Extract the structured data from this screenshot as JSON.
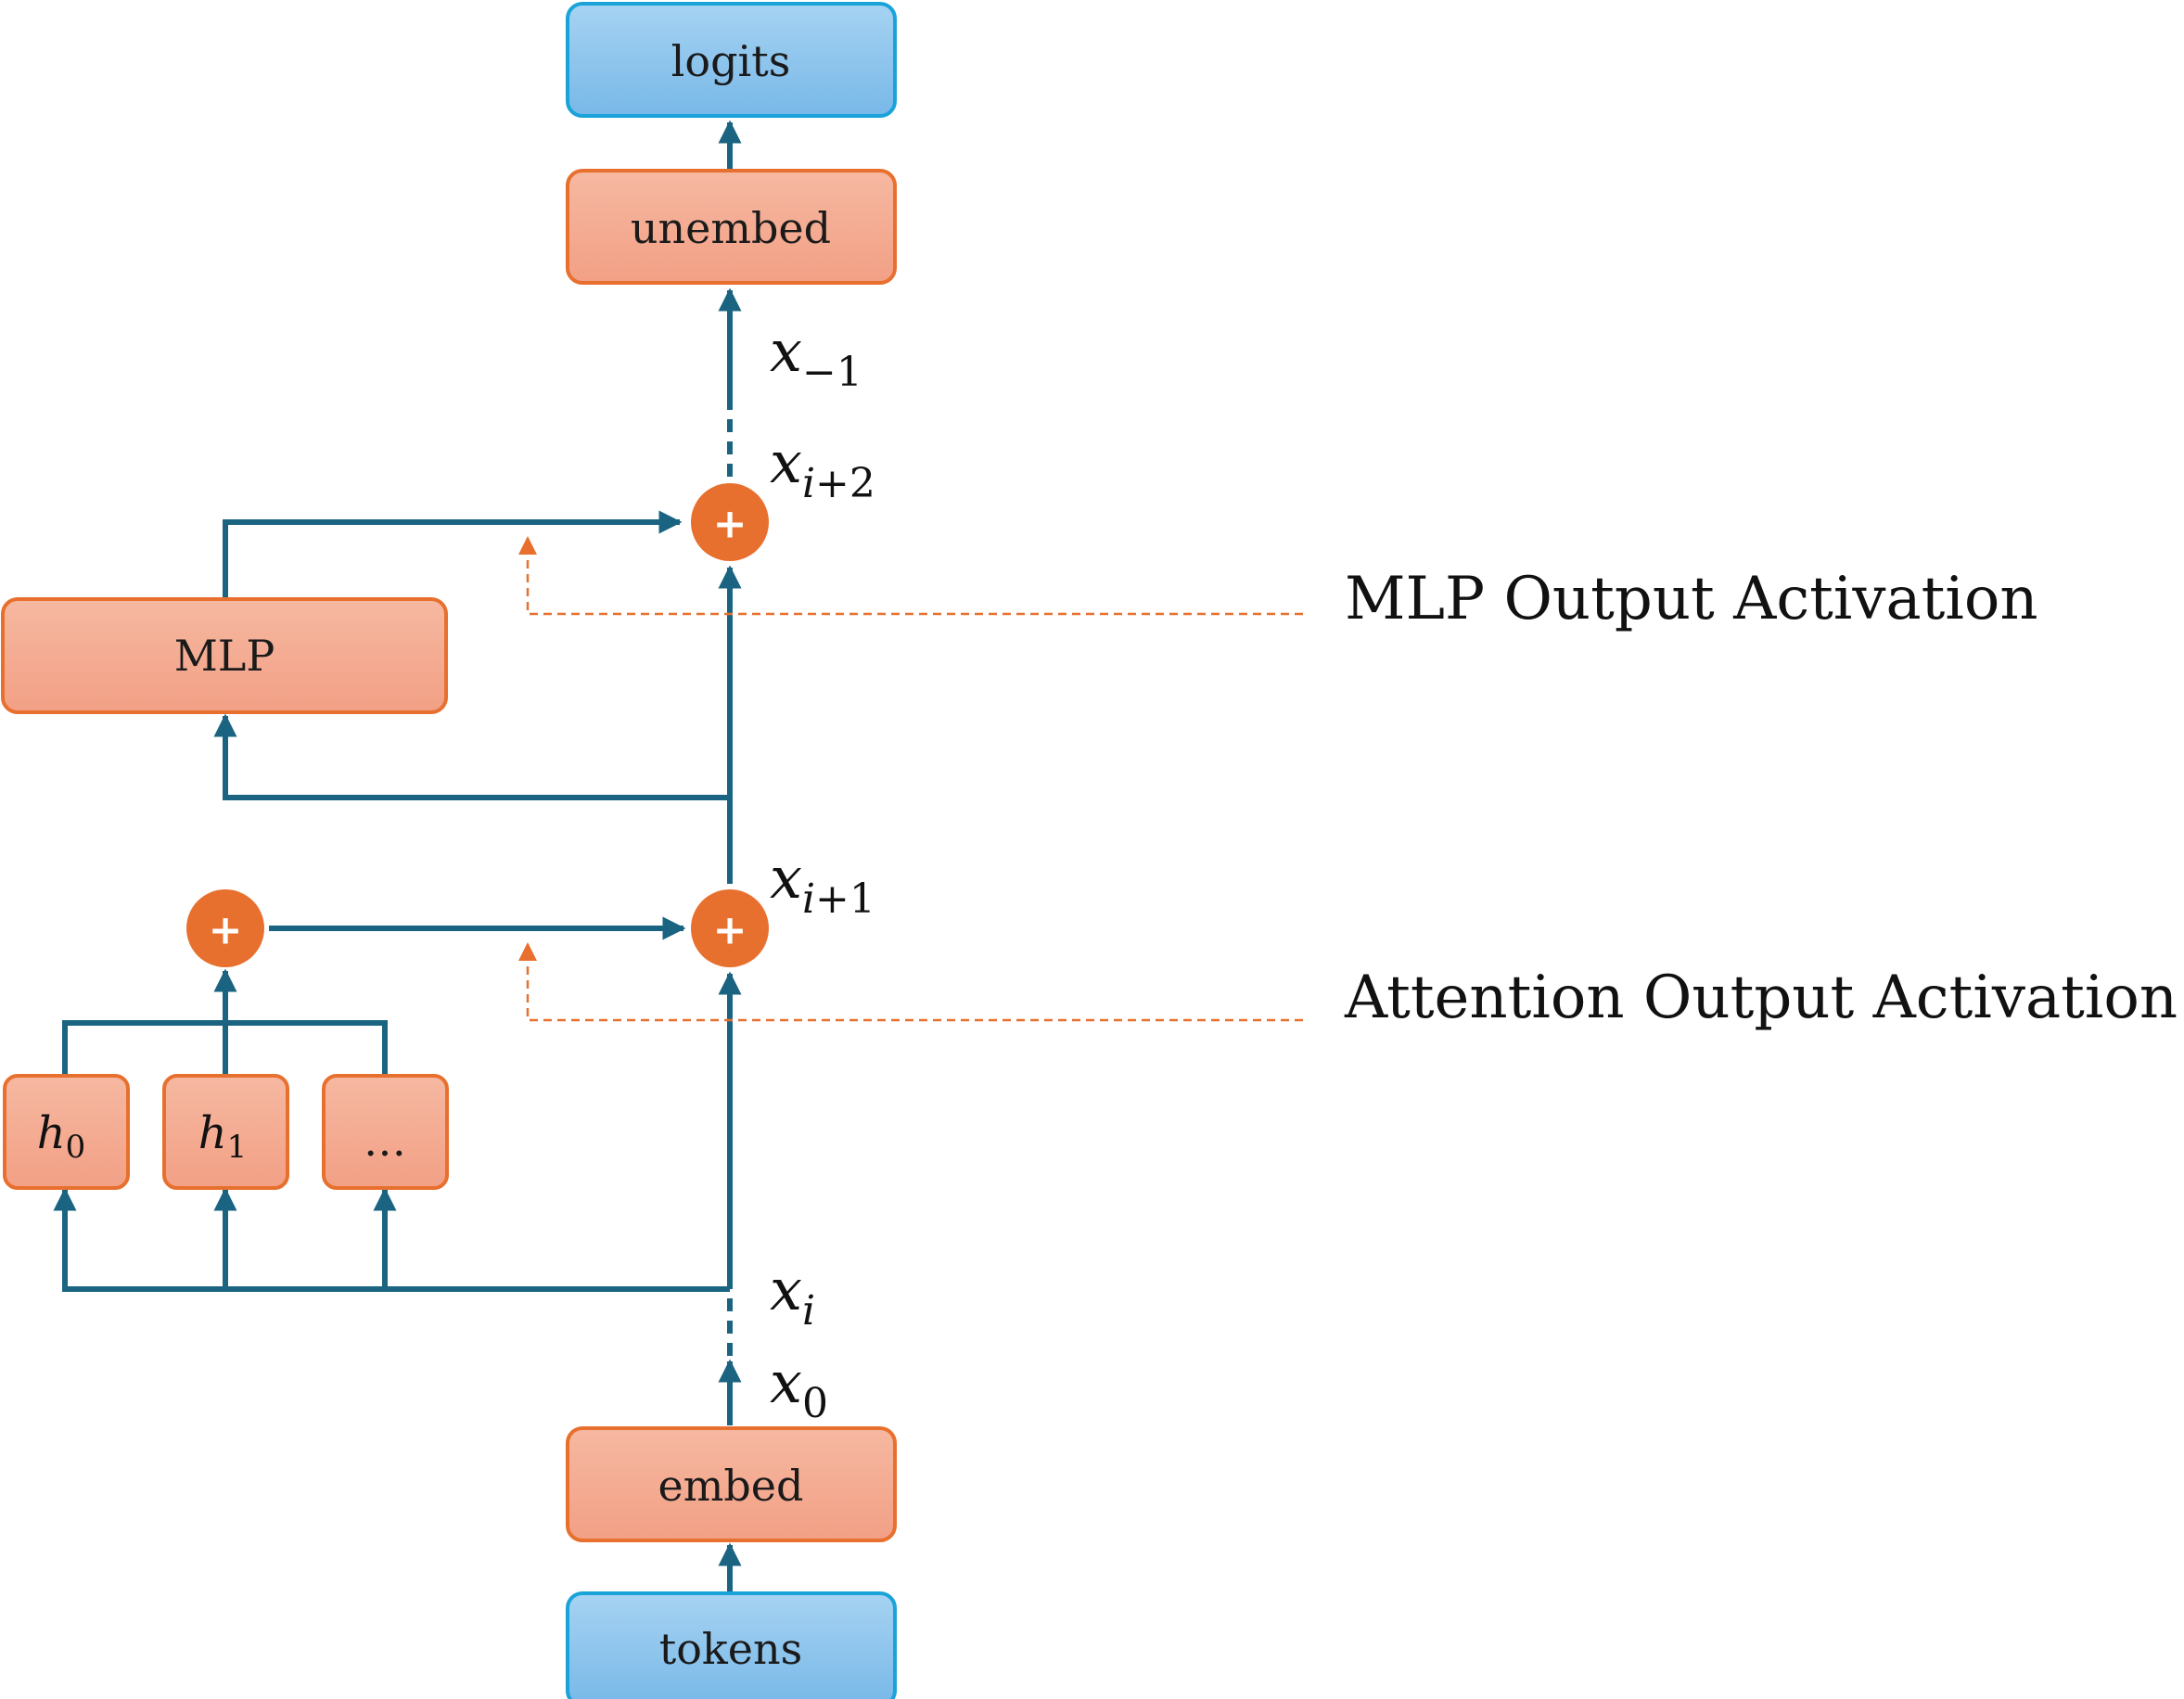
{
  "colors": {
    "line": "#1a6482",
    "orange": "#e8702f",
    "orange_fill_top": "#f6b8a1",
    "orange_fill_bottom": "#f2a085",
    "blue_fill_top": "#a6d3f2",
    "blue_fill_bottom": "#78b8e8",
    "blue_stroke": "#1aa3d9",
    "dashed_orange": "#e8702f"
  },
  "boxes": {
    "logits": "logits",
    "unembed": "unembed",
    "mlp": "MLP",
    "embed": "embed",
    "tokens": "tokens",
    "heads": [
      {
        "base": "h",
        "sub": "0",
        "italic": true
      },
      {
        "base": "h",
        "sub": "1",
        "italic": true
      },
      {
        "base": "…",
        "sub": "",
        "italic": false
      }
    ]
  },
  "adders": {
    "symbol": "+"
  },
  "residual_labels": {
    "x_last": {
      "base": "x",
      "sub": "−1"
    },
    "x_i2": {
      "base": "x",
      "sub_var": "i",
      "sub_rest": "+2"
    },
    "x_i1": {
      "base": "x",
      "sub_var": "i",
      "sub_rest": "+1"
    },
    "x_i": {
      "base": "x",
      "sub_var": "i",
      "sub_rest": ""
    },
    "x_0": {
      "base": "x",
      "sub": "0"
    }
  },
  "annotations": {
    "mlp_output": "MLP Output Activation",
    "attention_output": "Attention Output Activation"
  }
}
